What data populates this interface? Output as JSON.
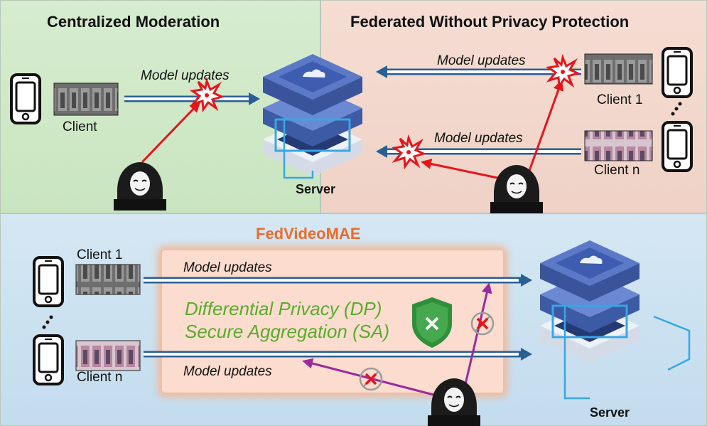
{
  "panels": {
    "centralized": {
      "title": "Centralized Moderation",
      "update_label": "Model updates",
      "client_label": "Client",
      "server_label": "Server"
    },
    "federated": {
      "title": "Federated Without Privacy Protection",
      "update_label_top": "Model updates",
      "update_label_bottom": "Model updates",
      "client1_label": "Client 1",
      "clientn_label": "Client n"
    },
    "fedvideomae": {
      "title": "FedVideoMAE",
      "client1_label": "Client 1",
      "clientn_label": "Client n",
      "update_label_top": "Model updates",
      "update_label_bottom": "Model updates",
      "dp_label": "Differential Privacy (DP)",
      "sa_label": "Secure Aggregation (SA)",
      "server_label": "Server"
    }
  },
  "icons": [
    "phone-icon",
    "server-icon",
    "hacker-icon",
    "explosion-icon",
    "shield-icon",
    "blocked-icon"
  ],
  "colors": {
    "arrow_blue": "#2a5f93",
    "attack_red": "#e8141b",
    "attack_purple": "#9b2a9e",
    "dp_green": "#5aab2c",
    "title_orange": "#ee6a2a"
  }
}
